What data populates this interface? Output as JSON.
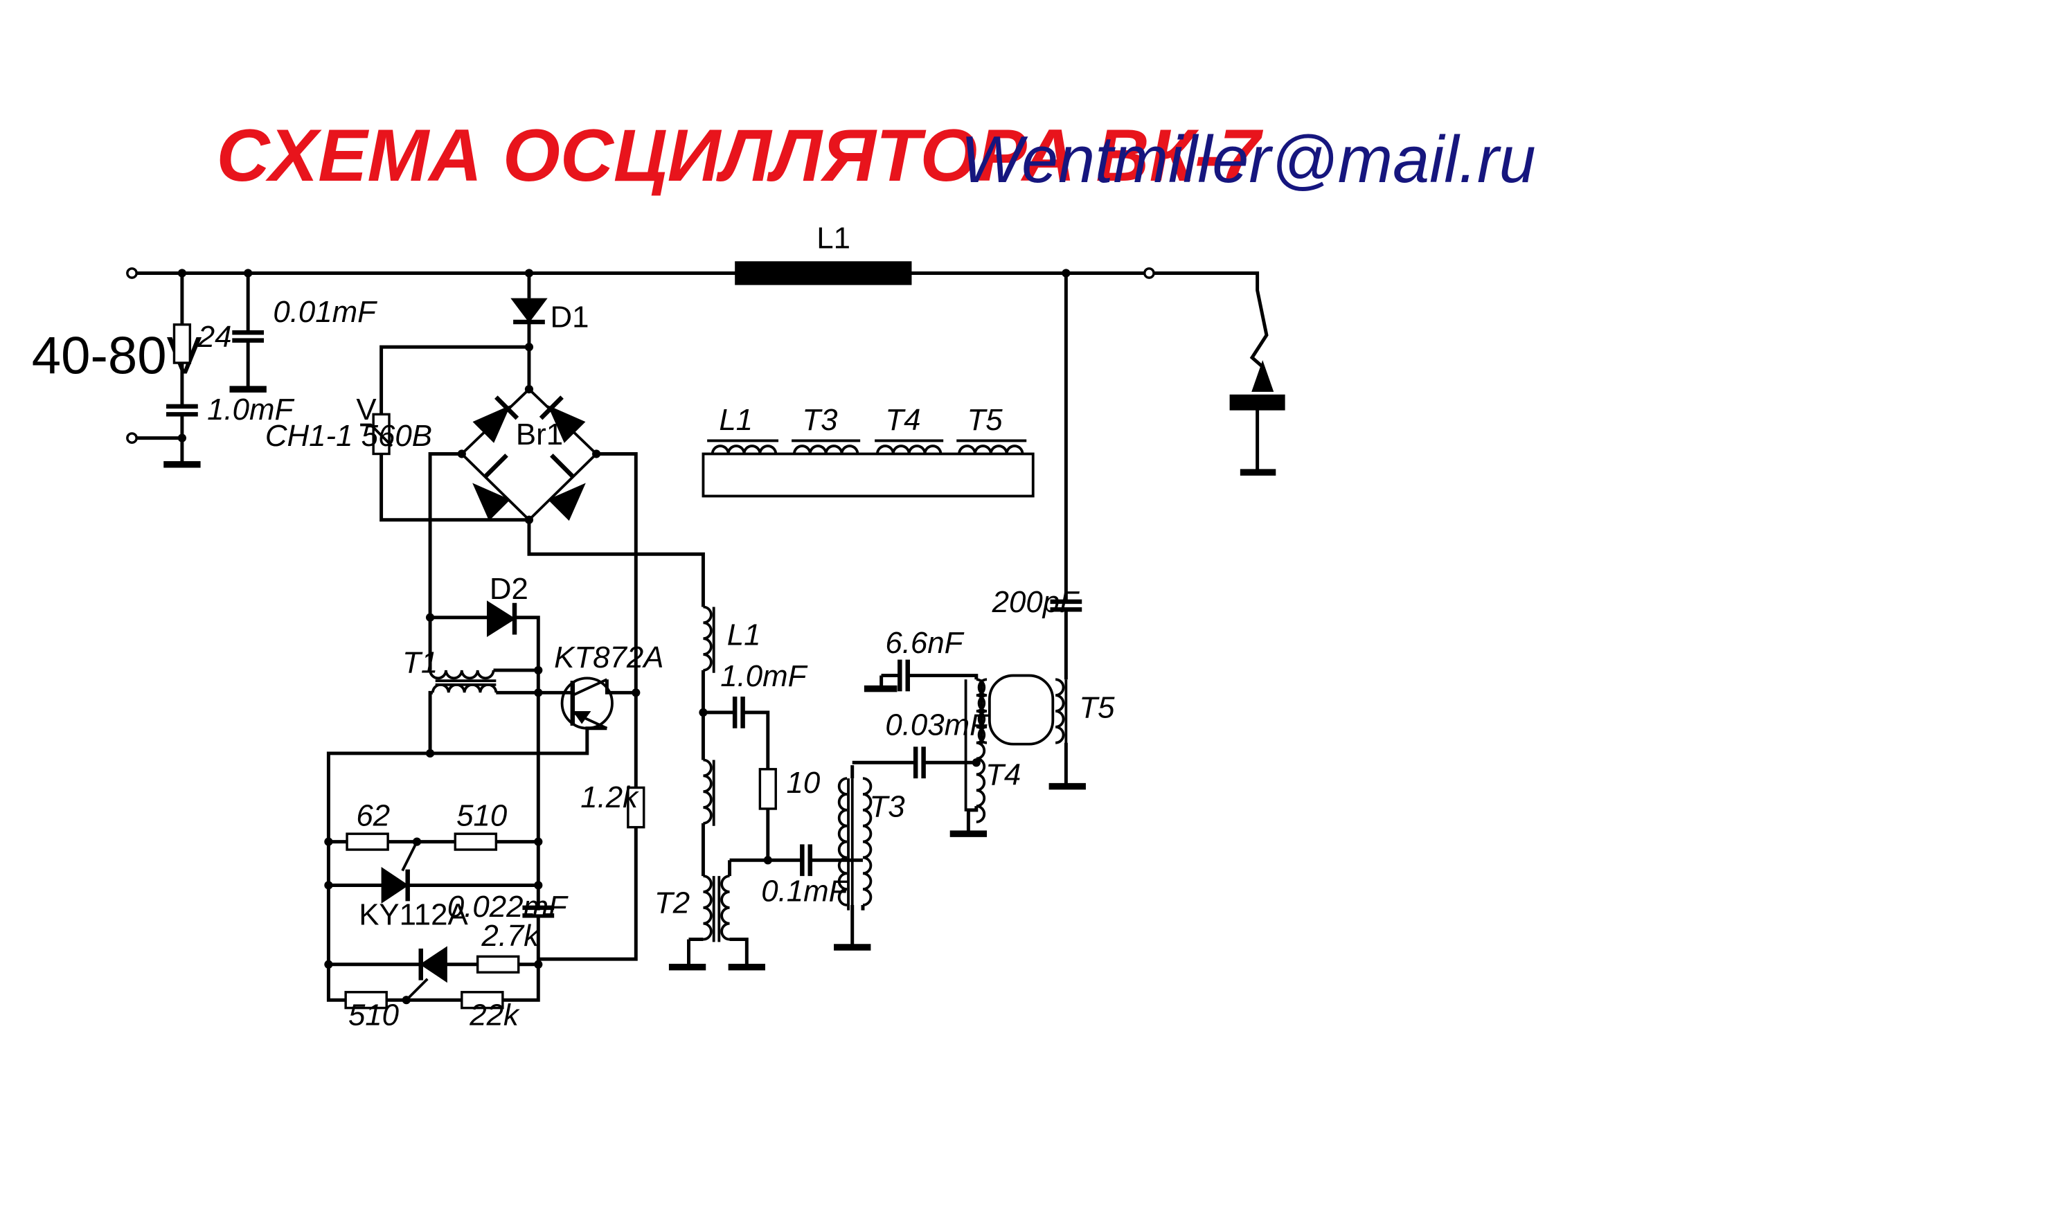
{
  "header": {
    "title": "СХЕМА ОСЦИЛЛЯТОРА ВК-7",
    "email": "Wentmiller@mail.ru",
    "title_color": "#e8141c",
    "email_color": "#16167e"
  },
  "labels": {
    "supply_voltage": "40-80V",
    "r_24": "24",
    "c_001": "0.01mF",
    "c_10_top": "1.0mF",
    "d1": "D1",
    "l1_top": "L1",
    "varistor_v": "V",
    "varistor": "CH1-1 560B",
    "bridge": "Br1",
    "d2": "D2",
    "t1": "T1",
    "kt872a": "KT872A",
    "r_1_2k": "1.2k",
    "r_62": "62",
    "r_510_top": "510",
    "ku112a": "KY112A",
    "c_0022": "0.022mF",
    "r_2_7k": "2.7k",
    "r_510_bot": "510",
    "r_22k": "22k",
    "l1_mid": "L1",
    "c_10_mid": "1.0mF",
    "r_10": "10",
    "t2": "T2",
    "c_01": "0.1mF",
    "c_66n": "6.6nF",
    "c_003": "0.03mF",
    "t3_mid": "T3",
    "t4_mid": "T4",
    "t5_mid": "T5",
    "c_200p": "200pF",
    "coil_l1": "L1",
    "coil_t3": "T3",
    "coil_t4": "T4",
    "coil_t5": "T5"
  }
}
